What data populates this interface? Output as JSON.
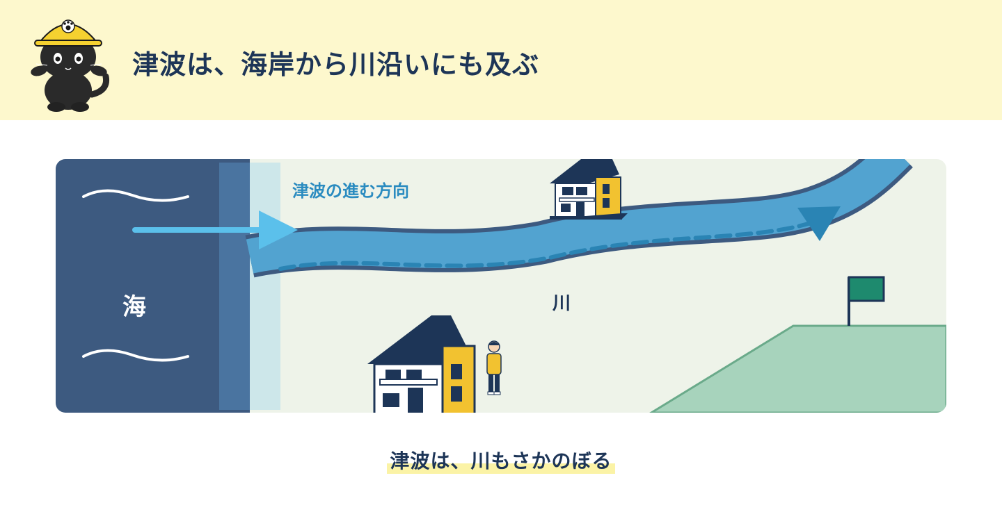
{
  "header": {
    "title": "津波は、海岸から川沿いにも及ぶ"
  },
  "diagram": {
    "sea_label": "海",
    "direction_label": "津波の進む方向",
    "river_label": "川",
    "colors": {
      "sea": "#3d5a80",
      "shore": "#4a74a0",
      "land": "#eef3e9",
      "river": "#52a3d0",
      "river_edge": "#3d5a80",
      "arrow": "#5bc0eb",
      "hill": "#a7d3bc",
      "flag": "#1e8a6e",
      "roof": "#1d3557",
      "wall_accent": "#f2c230"
    },
    "icons": [
      "mascot-cat-icon",
      "house-icon",
      "person-icon",
      "flag-icon",
      "wave-icon",
      "arrow-icon"
    ]
  },
  "footer": {
    "caption": "津波は、川もさかのぼる"
  }
}
